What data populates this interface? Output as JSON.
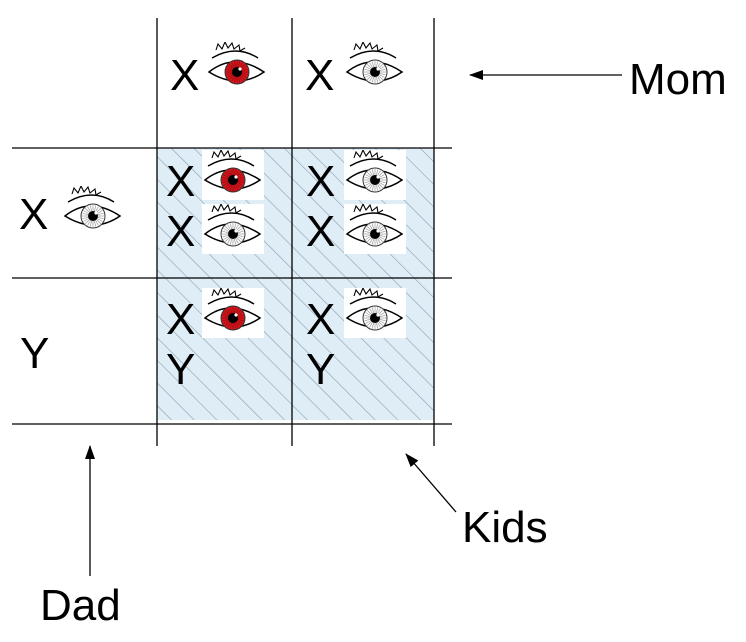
{
  "labels": {
    "mom": "Mom",
    "dad": "Dad",
    "kids": "Kids"
  },
  "mom_alleles": [
    {
      "letter": "X",
      "eye": "red-eye-icon"
    },
    {
      "letter": "X",
      "eye": "normal-eye-icon"
    }
  ],
  "dad_alleles": [
    {
      "letter": "X",
      "eye": "normal-eye-icon"
    },
    {
      "letter": "Y",
      "eye": null
    }
  ],
  "kids": [
    [
      [
        {
          "letter": "X",
          "eye": "red-eye-icon"
        },
        {
          "letter": "X",
          "eye": "normal-eye-icon"
        }
      ],
      [
        {
          "letter": "X",
          "eye": "normal-eye-icon"
        },
        {
          "letter": "X",
          "eye": "normal-eye-icon"
        }
      ]
    ],
    [
      [
        {
          "letter": "X",
          "eye": "red-eye-icon"
        },
        {
          "letter": "Y",
          "eye": null
        }
      ],
      [
        {
          "letter": "X",
          "eye": "normal-eye-icon"
        },
        {
          "letter": "Y",
          "eye": null
        }
      ]
    ]
  ],
  "colors": {
    "line": "#000000",
    "kids_fill": "#dfedf7",
    "hatch": "#8ca0ae",
    "iris_red": "#d8151b",
    "iris_normal": "#ffffff"
  }
}
